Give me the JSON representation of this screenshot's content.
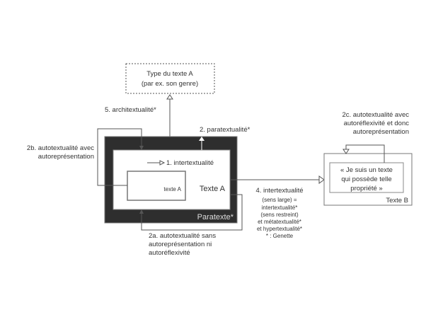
{
  "type_box": {
    "line1": "Type du texte A",
    "line2": "(par ex. son genre)"
  },
  "labels": {
    "architextualite": "5. architextualité*",
    "paratextualite": "2. paratextualité*",
    "autotext_2b": [
      "2b. autotextualité avec",
      "autoreprésentation"
    ],
    "intertextualite_1": "1. intertextualité",
    "inner_texte_a": "texte A",
    "texte_a": "Texte A",
    "paratexte": "Paratexte*",
    "autotext_2a": [
      "2a. autotextualité sans",
      "autoreprésentation ni",
      "autoréflexivité"
    ],
    "intertext_4": [
      "4. intertextualité",
      "(sens large)  =",
      "intertextualité*",
      "(sens restreint)",
      "et métatextualité*",
      "et hypertextualité*",
      "* : Genette"
    ],
    "autotext_2c": [
      "2c. autotextualité avec",
      "autoréflexivité et donc",
      "autoreprésentation"
    ],
    "quote": [
      "« Je suis un texte",
      "qui possède telle",
      "propriété »"
    ],
    "texte_b": "Texte B"
  }
}
